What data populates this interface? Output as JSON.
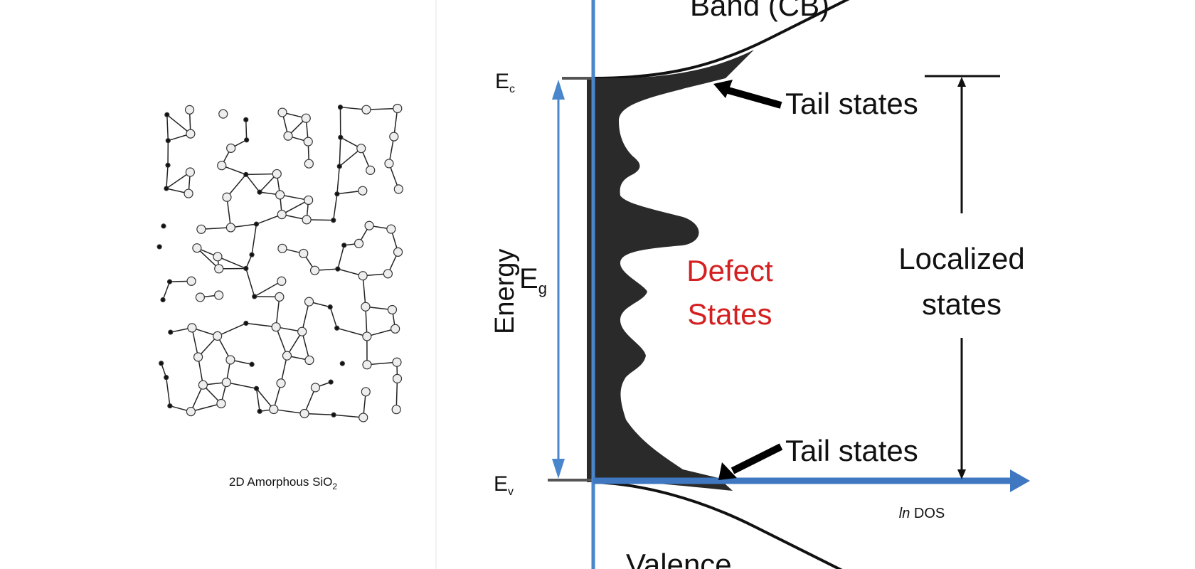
{
  "left_panel": {
    "caption": "2D Amorphous SiO",
    "caption_subscript": "2"
  },
  "diagram": {
    "conduction_band_label": "Band (CB)",
    "valence_band_label": "Valence",
    "ec_label": "E",
    "ec_sub": "c",
    "ev_label": "E",
    "ev_sub": "v",
    "eg_label": "E",
    "eg_sub": "g",
    "energy_axis_label": "Energy",
    "x_axis_label_italic": "ln",
    "x_axis_label": "DOS",
    "defect_states_line1": "Defect",
    "defect_states_line2": "States",
    "tail_states_top": "Tail states",
    "tail_states_bottom": "Tail states",
    "localized_states_line1": "Localized",
    "localized_states_line2": "states"
  },
  "colors": {
    "axis_blue": "#3f78c0",
    "defect_red": "#d42020",
    "fill_dark": "#2a2a2a"
  }
}
